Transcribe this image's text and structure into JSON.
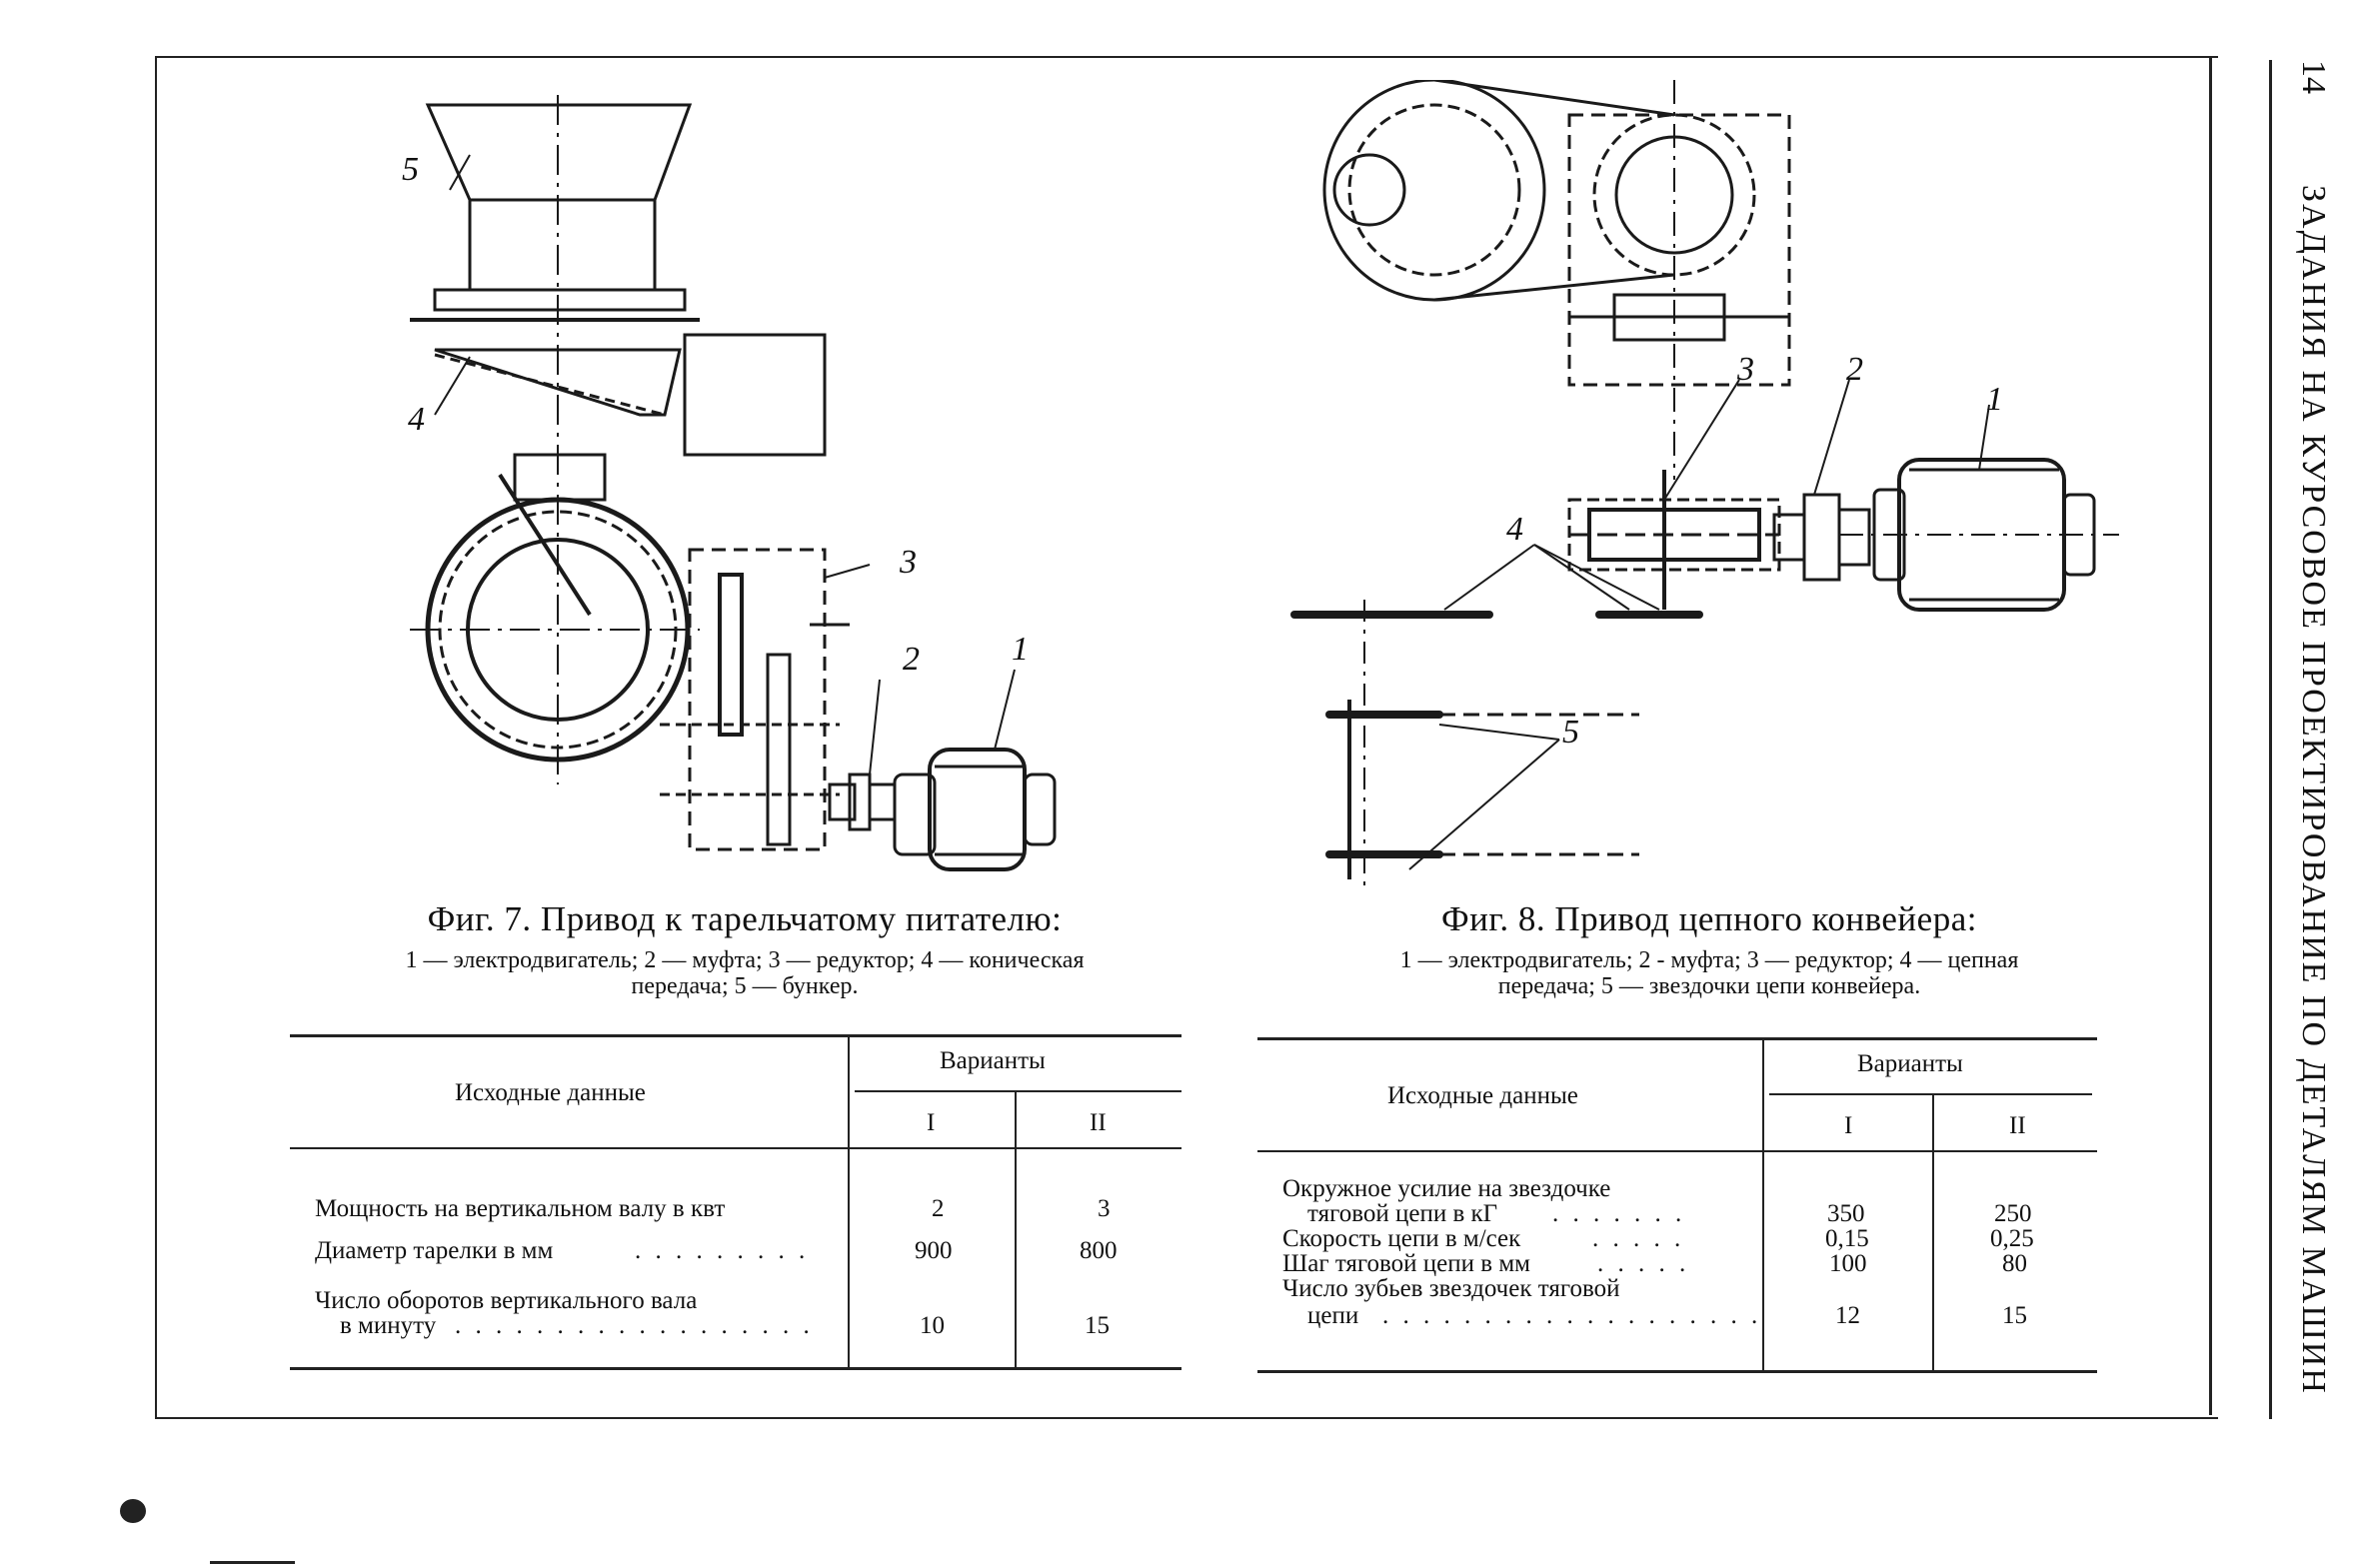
{
  "running_head": {
    "page_number": "14",
    "title": "ЗАДАНИЯ НА КУРСОВОЕ ПРОЕКТИРОВАНИЕ ПО ДЕТАЛЯМ МАШИН"
  },
  "fig7": {
    "title": "Фиг. 7. Привод к тарельчатому питателю:",
    "legend_line1": "1 — электродвигатель; 2 — муфта; 3 — редуктор; 4 — коническая",
    "legend_line2": "передача; 5 — бункер.",
    "callouts": [
      "1",
      "2",
      "3",
      "4",
      "5"
    ],
    "table": {
      "header_left": "Исходные данные",
      "header_variants": "Варианты",
      "variant_1": "I",
      "variant_2": "II",
      "rows": [
        {
          "label": "Мощность на вертикальном валу в квт",
          "v1": "2",
          "v2": "3"
        },
        {
          "label": "Диаметр тарелки в мм",
          "v1": "900",
          "v2": "800"
        },
        {
          "label_line1": "Число оборотов вертикального вала",
          "label_line2": "в минуту",
          "v1": "10",
          "v2": "15"
        }
      ]
    }
  },
  "fig8": {
    "title": "Фиг. 8. Привод цепного конвейера:",
    "legend_line1": "1 — электродвигатель; 2 - муфта; 3 — редуктор; 4 — цепная",
    "legend_line2": "передача; 5 — звездочки цепи конвейера.",
    "callouts": [
      "1",
      "2",
      "3",
      "4",
      "5"
    ],
    "table": {
      "header_left": "Исходные данные",
      "header_variants": "Варианты",
      "variant_1": "I",
      "variant_2": "II",
      "rows": [
        {
          "label_line1": "Окружное усилие на звездочке",
          "label_line2": "тяговой цепи в кГ",
          "v1": "350",
          "v2": "250"
        },
        {
          "label": "Скорость цепи в м/сек",
          "v1": "0,15",
          "v2": "0,25"
        },
        {
          "label": "Шаг тяговой цепи в мм",
          "v1": "100",
          "v2": "80"
        },
        {
          "label_line1": "Число зубьев звездочек тяговой",
          "label_line2": "цепи",
          "v1": "12",
          "v2": "15"
        }
      ]
    }
  }
}
